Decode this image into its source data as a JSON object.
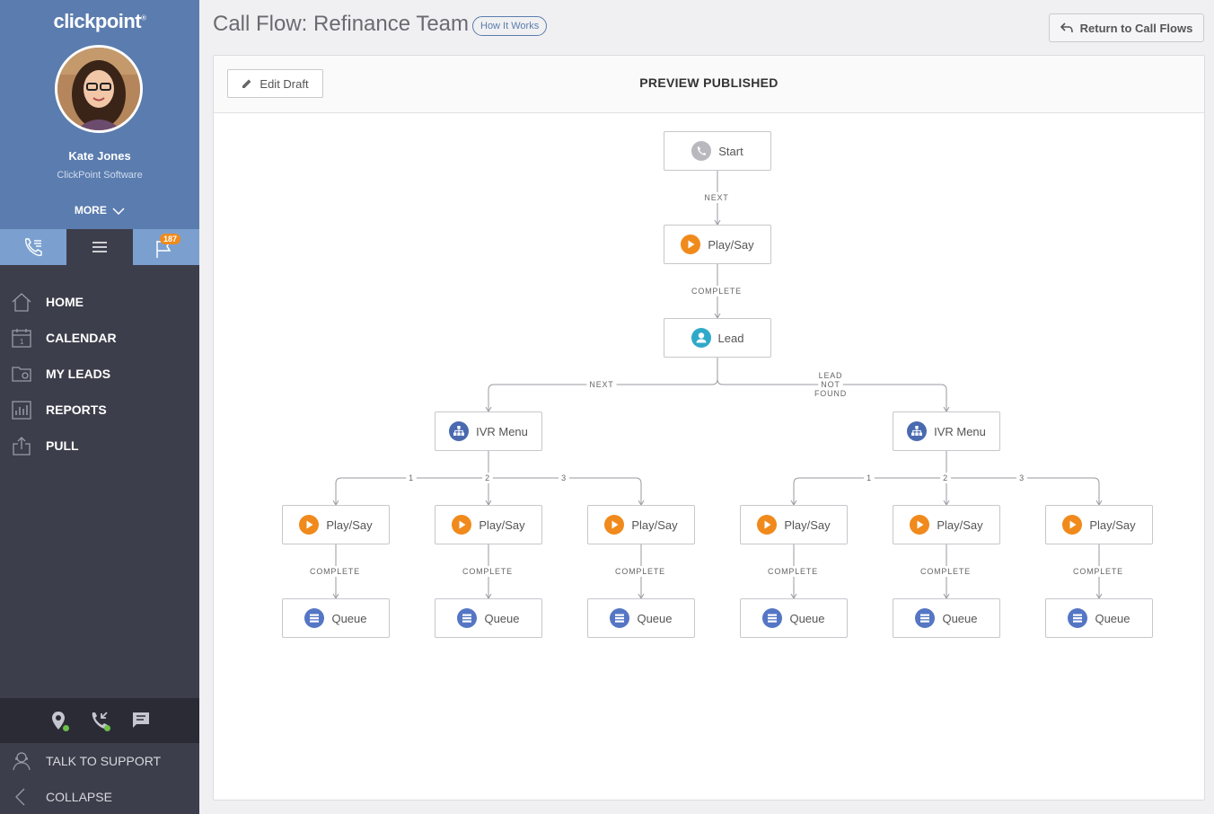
{
  "sidebar": {
    "logo": "clickpoint",
    "user": {
      "name": "Kate Jones",
      "company": "ClickPoint Software"
    },
    "more_label": "MORE",
    "flag_count": "187",
    "nav": [
      {
        "label": "HOME",
        "icon": "home-icon"
      },
      {
        "label": "CALENDAR",
        "icon": "calendar-icon"
      },
      {
        "label": "MY LEADS",
        "icon": "leads-folder-icon"
      },
      {
        "label": "REPORTS",
        "icon": "reports-icon"
      },
      {
        "label": "PULL",
        "icon": "pull-icon"
      }
    ],
    "bottom": [
      {
        "label": "TALK TO SUPPORT",
        "icon": "support-icon"
      },
      {
        "label": "COLLAPSE",
        "icon": "chevron-left-icon"
      }
    ]
  },
  "header": {
    "title": "Call Flow: Refinance Team",
    "how_it_works": "How It Works",
    "return_label": "Return to Call Flows"
  },
  "panel": {
    "edit_label": "Edit Draft",
    "title": "PREVIEW PUBLISHED"
  },
  "flow": {
    "nodes": {
      "start": "Start",
      "play_top": "Play/Say",
      "lead": "Lead",
      "ivr_left": "IVR Menu",
      "ivr_right": "IVR Menu",
      "play_l1": "Play/Say",
      "play_l2": "Play/Say",
      "play_l3": "Play/Say",
      "play_r1": "Play/Say",
      "play_r2": "Play/Say",
      "play_r3": "Play/Say",
      "queue_l1": "Queue",
      "queue_l2": "Queue",
      "queue_l3": "Queue",
      "queue_r1": "Queue",
      "queue_r2": "Queue",
      "queue_r3": "Queue"
    },
    "labels": {
      "next1": "NEXT",
      "complete1": "COMPLETE",
      "lead_next": "NEXT",
      "lead_nf_1": "LEAD",
      "lead_nf_2": "NOT",
      "lead_nf_3": "FOUND",
      "opt1": "1",
      "opt2": "2",
      "opt3": "3",
      "complete": "COMPLETE"
    }
  },
  "colors": {
    "profile_bg": "#5b7cae",
    "sidebar_bg": "#3d3e4b",
    "play_orange": "#f08a1c",
    "lead_teal": "#2fa9c9",
    "ivr_blue": "#4a6ab0",
    "queue_blue": "#5576c4",
    "start_grey": "#b8b8be"
  }
}
